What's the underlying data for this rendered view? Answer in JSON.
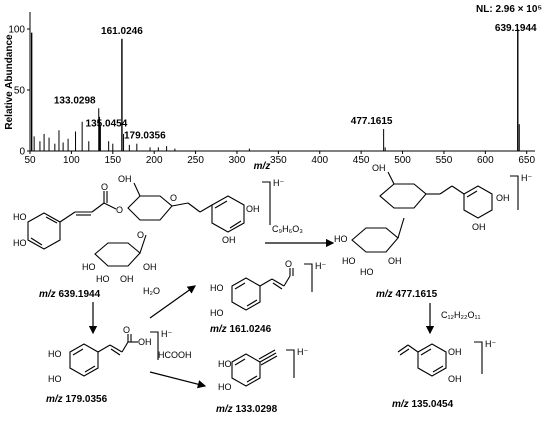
{
  "chart_data": {
    "type": "bar",
    "title": "",
    "xlabel": "m/z",
    "ylabel": "Relative Abundance",
    "xlim": [
      50,
      660
    ],
    "ylim": [
      0,
      100
    ],
    "x_ticks": [
      "50",
      "100",
      "150",
      "200",
      "250",
      "300",
      "350",
      "400",
      "450",
      "500",
      "550",
      "600",
      "650"
    ],
    "y_ticks": [
      "0",
      "50",
      "100"
    ],
    "nl_label": "NL: 2.96 × 10⁵",
    "peaks": [
      {
        "x": 52,
        "y": 97
      },
      {
        "x": 55,
        "y": 12
      },
      {
        "x": 62,
        "y": 8
      },
      {
        "x": 67,
        "y": 14
      },
      {
        "x": 73,
        "y": 11
      },
      {
        "x": 80,
        "y": 6
      },
      {
        "x": 85,
        "y": 17
      },
      {
        "x": 90,
        "y": 7
      },
      {
        "x": 96,
        "y": 10
      },
      {
        "x": 105,
        "y": 16
      },
      {
        "x": 113,
        "y": 24
      },
      {
        "x": 121,
        "y": 8
      },
      {
        "x": 133.0298,
        "y": 35
      },
      {
        "x": 134,
        "y": 28
      },
      {
        "x": 135.0454,
        "y": 21
      },
      {
        "x": 145,
        "y": 8
      },
      {
        "x": 150,
        "y": 6
      },
      {
        "x": 161.0246,
        "y": 92
      },
      {
        "x": 163,
        "y": 14
      },
      {
        "x": 170,
        "y": 5
      },
      {
        "x": 179.0356,
        "y": 6
      },
      {
        "x": 195,
        "y": 3
      },
      {
        "x": 205,
        "y": 3
      },
      {
        "x": 215,
        "y": 4
      },
      {
        "x": 225,
        "y": 2
      },
      {
        "x": 315,
        "y": 2
      },
      {
        "x": 477.1615,
        "y": 18
      },
      {
        "x": 479,
        "y": 3
      },
      {
        "x": 639.1944,
        "y": 100
      },
      {
        "x": 641,
        "y": 22
      }
    ],
    "annotations": [
      {
        "x": 161.0246,
        "y": 92,
        "text": "161.0246"
      },
      {
        "x": 133.0298,
        "y": 35,
        "text": "133.0298"
      },
      {
        "x": 135.0454,
        "y": 21,
        "text": "135.0454"
      },
      {
        "x": 179.0356,
        "y": 6,
        "text": "179.0356"
      },
      {
        "x": 477.1615,
        "y": 18,
        "text": "477.1615"
      },
      {
        "x": 639.1944,
        "y": 100,
        "text": "639.1944"
      }
    ]
  },
  "scheme": {
    "ion_mark": "H⁻",
    "parent": {
      "mz_prefix": "m/z",
      "mz_value": "639.1944"
    },
    "frag477": {
      "mz_prefix": "m/z",
      "mz_value": "477.1615"
    },
    "frag161": {
      "mz_prefix": "m/z",
      "mz_value": "161.0246"
    },
    "frag179": {
      "mz_prefix": "m/z",
      "mz_value": "179.0356"
    },
    "frag133": {
      "mz_prefix": "m/z",
      "mz_value": "133.0298"
    },
    "frag135": {
      "mz_prefix": "m/z",
      "mz_value": "135.0454"
    },
    "loss_c9h6o3": "C₉H₆O₃",
    "loss_h2o": "H₂O",
    "loss_hcooh": "HCOOH",
    "loss_c12h22o11": "C₁₂H₂₂O₁₁",
    "atom_ho": "HO",
    "atom_oh": "OH",
    "atom_o": "O"
  }
}
